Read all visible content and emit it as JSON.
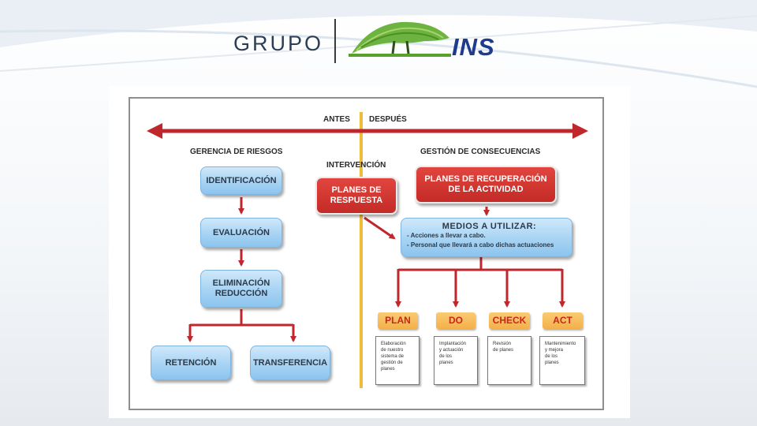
{
  "header": {
    "logo_word": "GRUPO",
    "logo_brand": "INS"
  },
  "diagram": {
    "top_left_label": "ANTES",
    "top_right_label": "DESPUÉS",
    "left_section": "GERENCIA DE RIESGOS",
    "center_section": "INTERVENCIÓN",
    "right_section": "GESTIÓN DE CONSECUENCIAS",
    "identificacion": "IDENTIFICACIÓN",
    "evaluacion": "EVALUACIÓN",
    "eliminacion_1": "ELIMINACIÓN",
    "eliminacion_2": "REDUCCIÓN",
    "retencion": "RETENCIÓN",
    "transferencia": "TRANSFERENCIA",
    "planes_respuesta_1": "PLANES DE",
    "planes_respuesta_2": "RESPUESTA",
    "planes_recuperacion_1": "PLANES DE RECUPERACIÓN",
    "planes_recuperacion_2": "DE LA ACTIVIDAD",
    "medios_title": "MEDIOS A UTILIZAR:",
    "medios_items": [
      "- Acciones a llevar a cabo.",
      "- Personal que llevará a cabo dichas actuaciones"
    ],
    "pdca": [
      {
        "label": "PLAN",
        "note": [
          "Elaboración",
          "de nuestro",
          "sistema de",
          "gestión de",
          "planes"
        ]
      },
      {
        "label": "DO",
        "note": [
          "Implantación",
          "y actuación",
          "de los",
          "planes"
        ]
      },
      {
        "label": "CHECK",
        "note": [
          "Revisión",
          "de planes"
        ]
      },
      {
        "label": "ACT",
        "note": [
          "Mantenimiento",
          "y mejora",
          "de los",
          "planes"
        ]
      }
    ]
  },
  "colors": {
    "arrow_red": "#c0272d",
    "divider_yellow": "#f0bd3a",
    "brand_blue": "#1f3b8c",
    "tree_green": "#5aa02c"
  }
}
